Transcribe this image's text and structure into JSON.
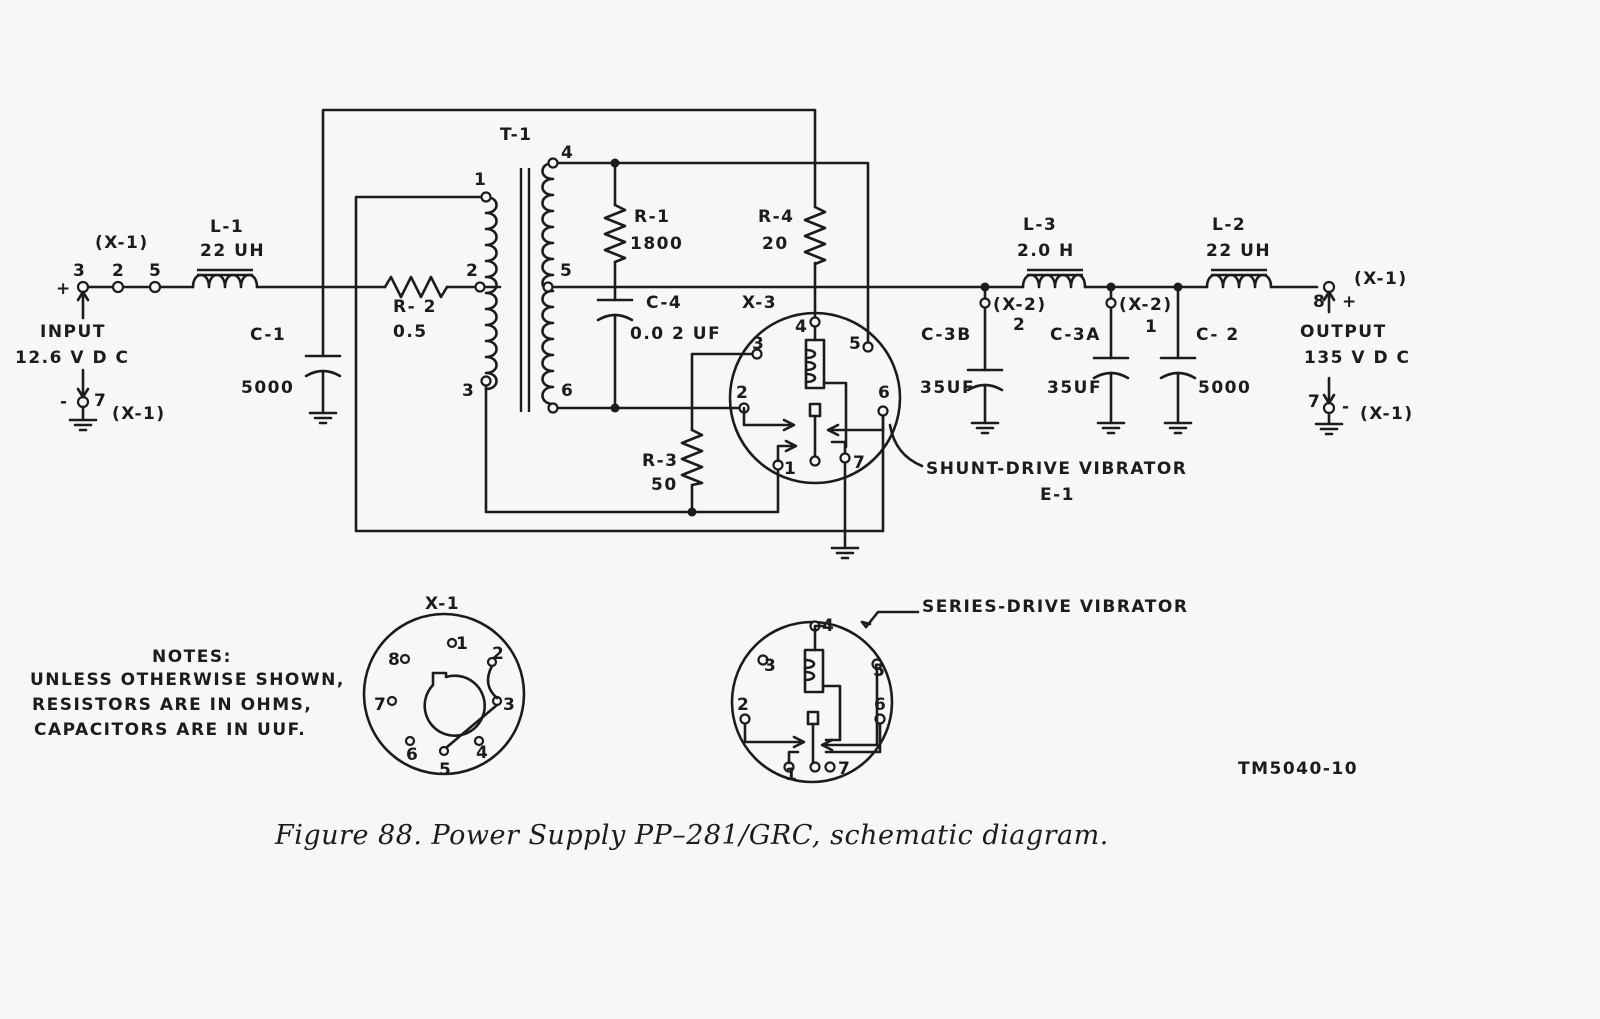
{
  "transformer": {
    "ref": "T-1",
    "pins": {
      "p1": "1",
      "p2": "2",
      "p3": "3",
      "p4": "4",
      "p5": "5",
      "p6": "6"
    }
  },
  "input": {
    "plug_top": "(X-1)",
    "pin3": "3",
    "pin2": "2",
    "pin5": "5",
    "plus": "+",
    "label": "INPUT",
    "voltage": "12.6 V D C",
    "minus": "-",
    "pin7": "7",
    "plug_bottom": "(X-1)"
  },
  "l1": {
    "ref": "L-1",
    "value": "22 UH"
  },
  "c1": {
    "ref": "C-1",
    "value": "5000"
  },
  "r2": {
    "ref": "R- 2",
    "value": "0.5"
  },
  "r1": {
    "ref": "R-1",
    "value": "1800"
  },
  "c4": {
    "ref": "C-4",
    "value": "0.0 2 UF"
  },
  "r4": {
    "ref": "R-4",
    "value": "20"
  },
  "r3": {
    "ref": "R-3",
    "value": "50"
  },
  "x3": {
    "ref": "X-3",
    "pins": {
      "p1": "1",
      "p2": "2",
      "p3": "3",
      "p4": "4",
      "p5": "5",
      "p6": "6",
      "p7": "7"
    }
  },
  "shunt": {
    "label": "SHUNT-DRIVE VIBRATOR",
    "ref": "E-1"
  },
  "l3": {
    "ref": "L-3",
    "value": "2.0 H"
  },
  "c3b": {
    "ref": "C-3B",
    "value": "35UF",
    "plug": "(X-2)",
    "pin": "2"
  },
  "c3a": {
    "ref": "C-3A",
    "value": "35UF",
    "plug": "(X-2)",
    "pin": "1"
  },
  "l2": {
    "ref": "L-2",
    "value": "22 UH"
  },
  "c2": {
    "ref": "C- 2",
    "value": "5000"
  },
  "output": {
    "plug_top": "(X-1)",
    "pin8": "8",
    "plus": "+",
    "label": "OUTPUT",
    "voltage": "135 V D C",
    "pin7": "7",
    "minus": "-",
    "plug_bottom": "(X-1)"
  },
  "x1": {
    "ref": "X-1",
    "pins": {
      "p1": "1",
      "p2": "2",
      "p3": "3",
      "p4": "4",
      "p5": "5",
      "p6": "6",
      "p7": "7",
      "p8": "8"
    }
  },
  "series": {
    "label": "SERIES-DRIVE VIBRATOR",
    "pins": {
      "p1": "1",
      "p2": "2",
      "p3": "3",
      "p4": "4",
      "p5": "5",
      "p6": "6",
      "p7": "7"
    }
  },
  "notes": {
    "title": "NOTES:",
    "line1": "UNLESS OTHERWISE SHOWN,",
    "line2": "RESISTORS ARE IN OHMS,",
    "line3": "CAPACITORS ARE IN UUF."
  },
  "doc_number": "TM5040-10",
  "caption": "Figure 88.  Power Supply PP–281/GRC, schematic diagram."
}
